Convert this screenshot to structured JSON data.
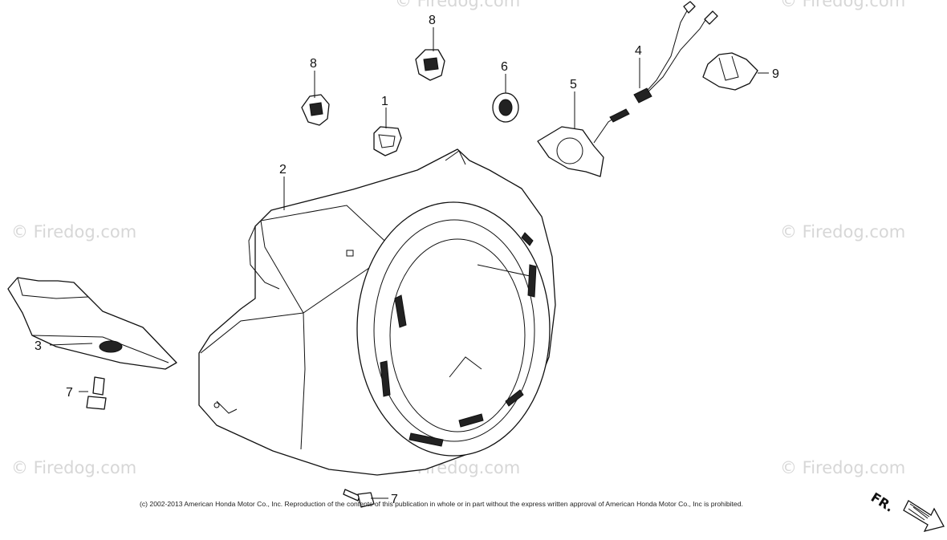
{
  "watermark": "© Firedog.com",
  "copyright": "(c) 2002-2013 American Honda Motor Co., Inc. Reproduction of the contents of this publication in whole or in part without the express written approval of American Honda Motor Co., Inc is prohibited.",
  "front_label": "FR.",
  "callouts": {
    "c1": "1",
    "c2": "2",
    "c3": "3",
    "c4": "4",
    "c5": "5",
    "c6": "6",
    "c7a": "7",
    "c7b": "7",
    "c8a": "8",
    "c8b": "8",
    "c9": "9"
  }
}
